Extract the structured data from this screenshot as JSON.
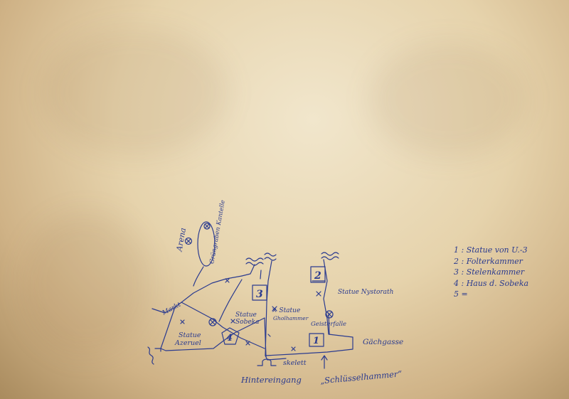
{
  "map": {
    "labels": {
      "arena": "Arena",
      "grubhouse": "Grüngraben Kantelle",
      "markt": "Markt",
      "statue_azeruel_1": "Statue",
      "statue_azeruel_2": "Azeruel",
      "statue_sobeka_1": "Statue",
      "statue_sobeka_2": "Sobeka",
      "statue_gholhammer_1": "× Statue",
      "statue_gholhammer_2": "Gholhammer",
      "statue_nystorath": "Statue Nystorath",
      "geisterfalle": "Geisterfalle",
      "gaechgasse": "Gächgasse",
      "skelett": "skelett",
      "hintereingang": "Hintereingang",
      "schluesselhammer": "„Schlüsselhammer“"
    },
    "numbers": {
      "n1": "1",
      "n2": "2",
      "n3": "3",
      "n4": "4"
    }
  },
  "legend": {
    "items": [
      "1 : Statue von U.-3",
      "2 : Folterkammer",
      "3 : Stelenkammer",
      "4 : Haus d. Sobeka",
      "5 ="
    ]
  },
  "colors": {
    "ink": "#2b3b8f",
    "paper": "#e8d8b4"
  }
}
